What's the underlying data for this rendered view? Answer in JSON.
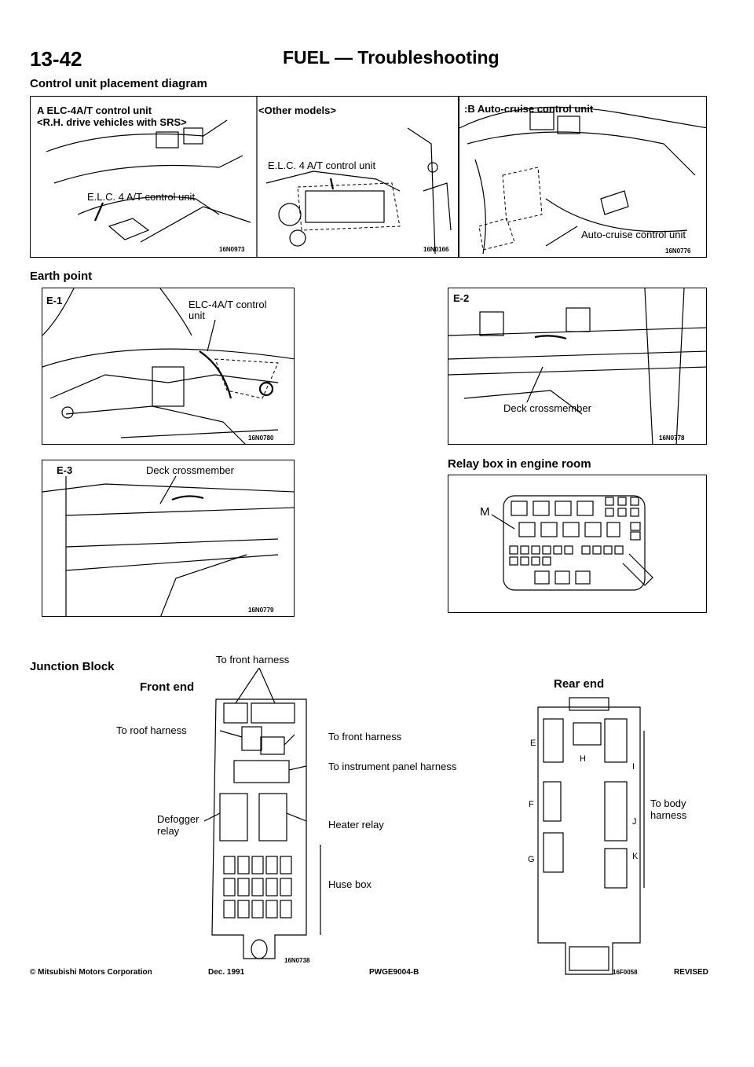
{
  "header": {
    "page_number": "13-42",
    "title": "FUEL — Troubleshooting"
  },
  "sections": {
    "control_unit": "Control unit placement diagram",
    "earth_point": "Earth point",
    "relay_box": "Relay box in engine room",
    "junction_block": "Junction Block"
  },
  "panel_a": {
    "title": "A  ELC-4A/T control unit",
    "subtitle": "<R.H. drive vehicles with SRS>",
    "other_models": "<Other models>",
    "label_left": "E.L.C. 4 A/T control unit",
    "label_right": "E.L.C. 4 A/T control unit",
    "code_left": "16N0973",
    "code_right": "16N0166"
  },
  "panel_b": {
    "title": ":B  Auto-cruise control unit",
    "label": "Auto-cruise control unit",
    "code": "16N0776"
  },
  "earth": {
    "e1": {
      "tag": "E-1",
      "label": "ELC-4A/T control unit",
      "code": "16N0780"
    },
    "e2": {
      "tag": "E-2",
      "label": "Deck crossmember",
      "code": "16N0778"
    },
    "e3": {
      "tag": "E-3",
      "label": "Deck crossmember",
      "code": "16N0779"
    }
  },
  "relay_box": {
    "label_m": "M"
  },
  "junction": {
    "front_end": "Front end",
    "rear_end": "Rear end",
    "to_front_harness_top": "To front harness",
    "to_roof_harness": "To roof harness",
    "to_front_harness": "To front harness",
    "to_instrument_panel": "To instrument panel harness",
    "defogger_relay_1": "Defogger",
    "defogger_relay_2": "relay",
    "heater_relay": "Heater relay",
    "fuse_box": "Huse box",
    "to_body_harness_1": "To body",
    "to_body_harness_2": "harness",
    "code_front": "16N0738",
    "code_rear": "16F0058",
    "letters": {
      "e": "E",
      "f": "F",
      "g": "G",
      "h": "H",
      "i": "I",
      "j": "J",
      "k": "K"
    }
  },
  "footer": {
    "copyright": "© Mitsubishi Motors Corporation",
    "date": "Dec. 1991",
    "doc_code": "PWGE9004-B",
    "status": "REVISED"
  }
}
